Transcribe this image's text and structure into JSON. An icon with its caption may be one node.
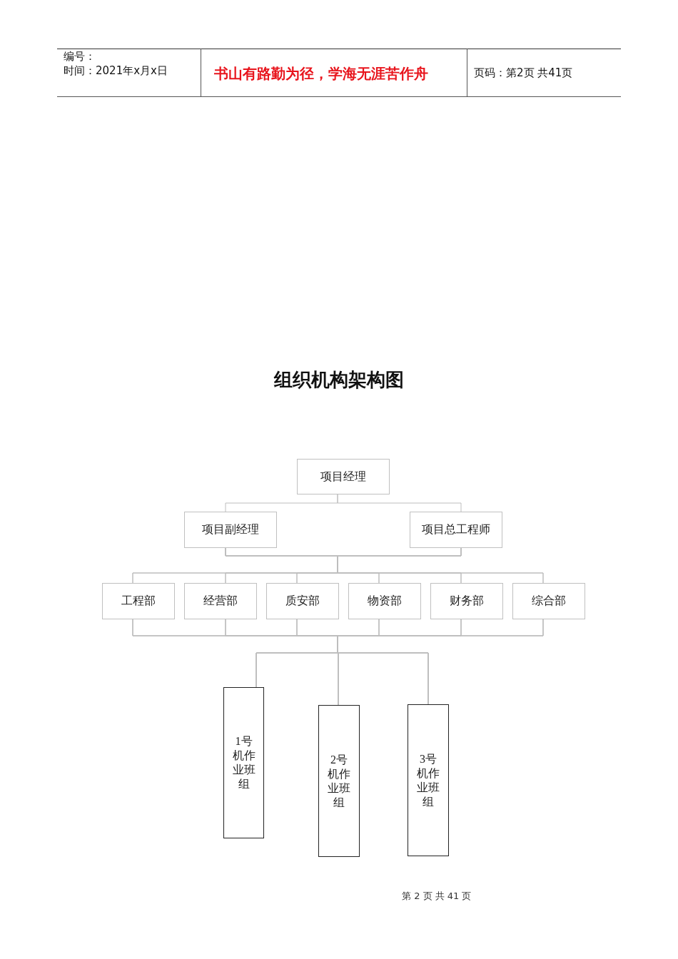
{
  "diagram": {
    "title": "组织机构架构图",
    "nodes": [
      {
        "text": [
          "项目经理"
        ]
      },
      {
        "text": [
          "项目副经理"
        ]
      },
      {
        "text": [
          "项目总工程师"
        ]
      },
      {
        "text": [
          "工程部"
        ]
      },
      {
        "text": [
          "经营部"
        ]
      },
      {
        "text": [
          "质安部"
        ]
      },
      {
        "text": [
          "物资部"
        ]
      },
      {
        "text": [
          "财务部"
        ]
      },
      {
        "text": [
          "综合部"
        ]
      },
      {
        "text": [
          "1号机作业班组"
        ]
      },
      {
        "text": [
          "2号机作业班组"
        ]
      },
      {
        "text": [
          "3号机作业班组"
        ]
      }
    ],
    "edges": [
      {
        "from": 0,
        "to": 1,
        "arrow": "none"
      },
      {
        "from": 0,
        "to": 2,
        "arrow": "none"
      },
      {
        "from": 1,
        "to": 3,
        "arrow": "none"
      },
      {
        "from": 1,
        "to": 4,
        "arrow": "none"
      },
      {
        "from": 1,
        "to": 5,
        "arrow": "none"
      },
      {
        "from": 1,
        "to": 6,
        "arrow": "none"
      },
      {
        "from": 1,
        "to": 7,
        "arrow": "none"
      },
      {
        "from": 1,
        "to": 8,
        "arrow": "none"
      },
      {
        "from": 2,
        "to": 3,
        "arrow": "none"
      },
      {
        "from": 2,
        "to": 4,
        "arrow": "none"
      },
      {
        "from": 2,
        "to": 5,
        "arrow": "none"
      },
      {
        "from": 2,
        "to": 6,
        "arrow": "none"
      },
      {
        "from": 2,
        "to": 7,
        "arrow": "none"
      },
      {
        "from": 2,
        "to": 8,
        "arrow": "none"
      },
      {
        "from": 3,
        "to": 9,
        "arrow": "none"
      },
      {
        "from": 3,
        "to": 10,
        "arrow": "none"
      },
      {
        "from": 3,
        "to": 11,
        "arrow": "none"
      },
      {
        "from": 4,
        "to": 9,
        "arrow": "none"
      },
      {
        "from": 4,
        "to": 10,
        "arrow": "none"
      },
      {
        "from": 4,
        "to": 11,
        "arrow": "none"
      },
      {
        "from": 5,
        "to": 9,
        "arrow": "none"
      },
      {
        "from": 5,
        "to": 10,
        "arrow": "none"
      },
      {
        "from": 5,
        "to": 11,
        "arrow": "none"
      },
      {
        "from": 6,
        "to": 9,
        "arrow": "none"
      },
      {
        "from": 6,
        "to": 10,
        "arrow": "none"
      },
      {
        "from": 6,
        "to": 11,
        "arrow": "none"
      },
      {
        "from": 7,
        "to": 9,
        "arrow": "none"
      },
      {
        "from": 7,
        "to": 10,
        "arrow": "none"
      },
      {
        "from": 7,
        "to": 11,
        "arrow": "none"
      },
      {
        "from": 8,
        "to": 9,
        "arrow": "none"
      },
      {
        "from": 8,
        "to": 10,
        "arrow": "none"
      },
      {
        "from": 8,
        "to": 11,
        "arrow": "none"
      }
    ],
    "labels": [
      "编号：",
      "时间：2021年x月x日",
      "书山有路勤为径，学海无涯苦作舟",
      "页码：第2页 共41页",
      "第 2 页 共 41 页"
    ]
  }
}
